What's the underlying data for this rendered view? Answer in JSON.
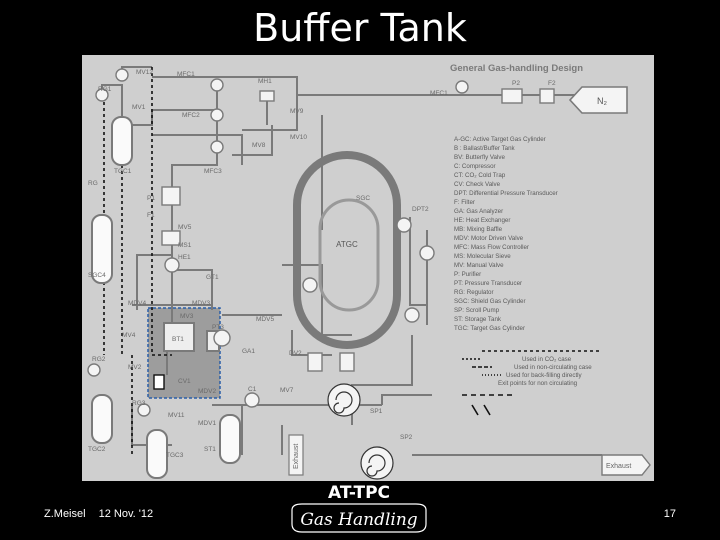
{
  "slide": {
    "title": "Buffer Tank",
    "author": "Z.Meisel",
    "date": "12 Nov. '12",
    "page": "17"
  },
  "logo": {
    "line1": "AT-TPC",
    "line2": "Gas Handling"
  },
  "diagram": {
    "heading": "General Gas-handling Design",
    "labels": {
      "mv12": "MV12",
      "mfc1": "MFC1",
      "mh1": "MH1",
      "mfc1b": "MFC1",
      "p2": "P2",
      "f2": "F2",
      "n2": "N₂",
      "rg1": "RG1",
      "mv1": "MV1",
      "mfc2": "MFC2",
      "mv9": "MV9",
      "mv10": "MV10",
      "mv8": "MV8",
      "tgc1": "TGC1",
      "mfc3": "MFC3",
      "rg": "RG",
      "p1": "P1",
      "f1": "F1",
      "sgc": "SGC",
      "dpt2": "DPT2",
      "mv5": "MV5",
      "ms1": "MS1",
      "he1": "HE1",
      "atgc": "ATGC",
      "sgc4": "SGC4",
      "gt1": "GT1",
      "mdv4": "MDV4",
      "mdv3": "MDV3",
      "mdv5": "MDV5",
      "mv3": "MV3",
      "pt3": "PT3",
      "bt1": "BT1",
      "mv4": "MV4",
      "ga1": "GA1",
      "dv2": "DV2",
      "rg2": "RG2",
      "mv2": "MV2",
      "cv1": "CV1",
      "mdv2": "MDV2",
      "c1": "C1",
      "mv7": "MV7",
      "rg3": "RG3",
      "mv11": "MV11",
      "mdv1": "MDV1",
      "sp1": "SP1",
      "tgc2": "TGC2",
      "tgc3": "TGC3",
      "st1": "ST1",
      "sp2": "SP2",
      "exhaust": "Exhaust",
      "exhaust2": "Exhaust"
    },
    "legend": [
      "A-GC: Active Target Gas Cylinder",
      "B : Ballast/Buffer Tank",
      "BV: Butterfly Valve",
      "C: Compressor",
      "CT: CO₂ Cold Trap",
      "CV: Check Valve",
      "DPT: Differential Pressure Transducer",
      "F: Filter",
      "GA: Gas Analyzer",
      "HE: Heat Exchanger",
      "MB: Mixing Baffle",
      "MDV: Motor Driven Valve",
      "MFC: Mass Flow Controller",
      "MS: Molecular Sieve",
      "MV: Manual Valve",
      "P: Purifier",
      "PT: Pressure Transducer",
      "RG: Regulator",
      "SGC: Shield Gas Cylinder",
      "SP: Scroll Pump",
      "ST: Storage Tank",
      "TGC: Target Gas Cylinder"
    ],
    "line_key": [
      "Used in CO₂ case",
      "Used in non-circulating case",
      "Used for back-filling directly",
      "Exit points for non circulating"
    ],
    "colors": {
      "background": "#cfcfcf",
      "highlight": "#9d9d9d",
      "line": "#7a7a7a",
      "dark": "#111111"
    }
  }
}
